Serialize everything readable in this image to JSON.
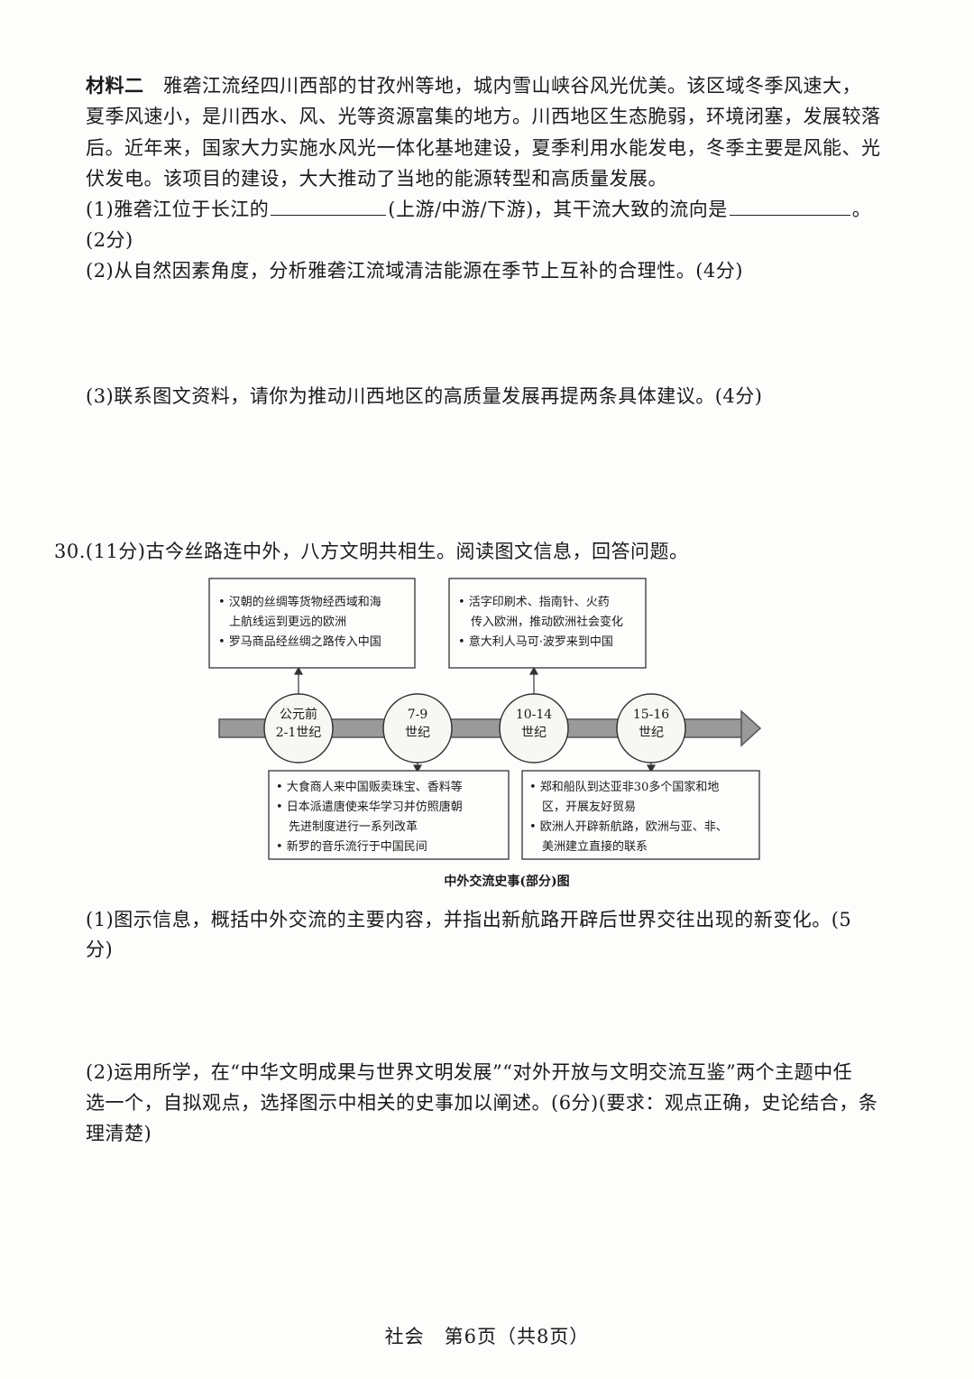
{
  "material2": {
    "label": "材料二",
    "lines": [
      "雅砻江流经四川西部的甘孜州等地，城内雪山峡谷风光优美。该区域冬季风速大，",
      "夏季风速小，是川西水、风、光等资源富集的地方。川西地区生态脆弱，环境闭塞，发展较落",
      "后。近年来，国家大力实施水风光一体化基地建设，夏季利用水能发电，冬季主要是风能、光",
      "伏发电。该项目的建设，大大推动了当地的能源转型和高质量发展。"
    ]
  },
  "q29": {
    "q1_part1": "(1)雅砻江位于长江的",
    "q1_part2": "(上游/中游/下游)，其干流大致的流向是",
    "q1_end": "。",
    "q1_score": "(2分)",
    "q2": "(2)从自然因素角度，分析雅砻江流域清洁能源在季节上互补的合理性。(4分)",
    "q3": "(3)联系图文资料，请你为推动川西地区的高质量发展再提两条具体建议。(4分)"
  },
  "q30": {
    "intro": "30.(11分)古今丝路连中外，八方文明共相生。阅读图文信息，回答问题。",
    "q1_line1": "(1)图示信息，概括中外交流的主要内容，并指出新航路开辟后世界交往出现的新变化。(5",
    "q1_line2": "分)",
    "q2_line1": "(2)运用所学，在“中华文明成果与世界文明发展”“对外开放与文明交流互鉴”两个主题中任",
    "q2_line2": "选一个，自拟观点，选择图示中相关的史事加以阐述。(6分)(要求：观点正确，史论结合，条",
    "q2_line3": "理清楚)"
  },
  "diagram": {
    "caption": "中外交流史事(部分)图",
    "periods": [
      {
        "line1": "公元前",
        "line2": "2-1世纪"
      },
      {
        "line1": "7-9",
        "line2": "世纪"
      },
      {
        "line1": "10-14",
        "line2": "世纪"
      },
      {
        "line1": "15-16",
        "line2": "世纪"
      }
    ],
    "boxes": {
      "top_left": [
        "• 汉朝的丝绸等货物经西域和海",
        "上航线运到更远的欧洲",
        "• 罗马商品经丝绸之路传入中国"
      ],
      "top_right": [
        "• 活字印刷术、指南针、火药",
        "传入欧洲，推动欧洲社会变化",
        "• 意大利人马可·波罗来到中国"
      ],
      "bottom_left": [
        "• 大食商人来中国贩卖珠宝、香料等",
        "• 日本派遣唐使来华学习并仿照唐朝",
        "先进制度进行一系列改革",
        "• 新罗的音乐流行于中国民间"
      ],
      "bottom_right": [
        "• 郑和船队到达亚非30多个国家和地",
        "区，开展友好贸易",
        "• 欧洲人开辟新航路，欧洲与亚、非、",
        "美洲建立直接的联系"
      ]
    }
  },
  "footer": "社会　第6页（共8页）"
}
